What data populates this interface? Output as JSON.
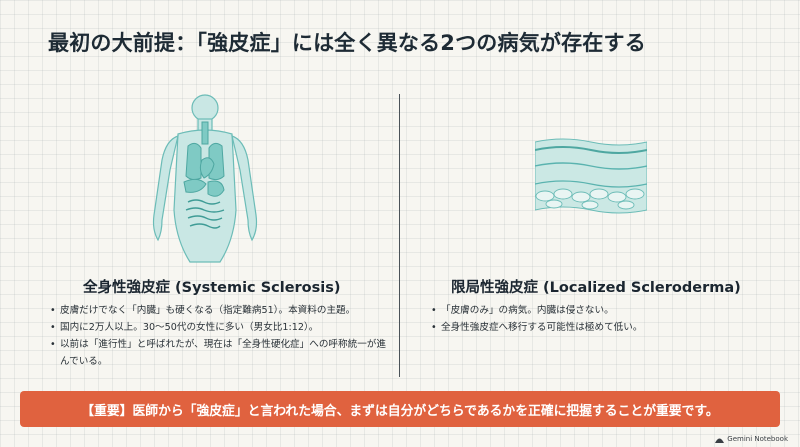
{
  "title": "最初の大前提：「強皮症」には全く異なる2つの病気が存在する",
  "left": {
    "icon": "human-body-organs-icon",
    "heading": "全身性強皮症 (Systemic Sclerosis)",
    "bullets": [
      "皮膚だけでなく「内臓」も硬くなる（指定難病51）。本資料の主題。",
      "国内に2万人以上。30〜50代の女性に多い（男女比1:12）。",
      "以前は「進行性」と呼ばれたが、現在は「全身性硬化症」への呼称統一が進んでいる。"
    ]
  },
  "right": {
    "icon": "skin-layers-icon",
    "heading": "限局性強皮症 (Localized Scleroderma)",
    "bullets": [
      "「皮膚のみ」の病気。内臓は侵さない。",
      "全身性強皮症へ移行する可能性は極めて低い。"
    ]
  },
  "banner": {
    "text": "【重要】医師から「強皮症」と言われた場合、まずは自分がどちらであるかを正確に把握することが重要です。"
  },
  "brand": {
    "label": "Gemini Notebook",
    "icon": "notebook-logo-icon"
  },
  "colors": {
    "accent": "#e0623f",
    "illustration": "#9dd3d0",
    "illustration_line": "#5ab3af",
    "background": "#f7f6f1"
  }
}
